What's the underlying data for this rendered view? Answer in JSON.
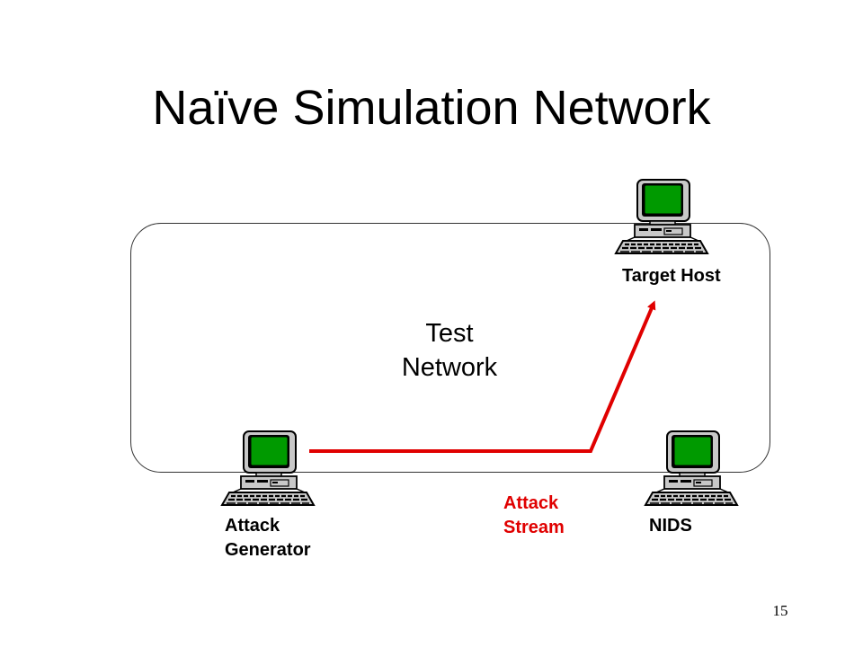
{
  "slide": {
    "title": "Naïve Simulation Network",
    "page_number": "15"
  },
  "network": {
    "label_line1": "Test",
    "label_line2": "Network"
  },
  "nodes": {
    "target": {
      "label": "Target Host"
    },
    "attacker": {
      "label_line1": "Attack",
      "label_line2": "Generator"
    },
    "nids": {
      "label": "NIDS"
    }
  },
  "stream": {
    "label_line1": "Attack",
    "label_line2": "Stream",
    "color": "#e00000"
  },
  "colors": {
    "screen": "#009a00",
    "computer_body": "#c8c8c8"
  },
  "icons": {
    "computer": "desktop-computer-icon"
  }
}
